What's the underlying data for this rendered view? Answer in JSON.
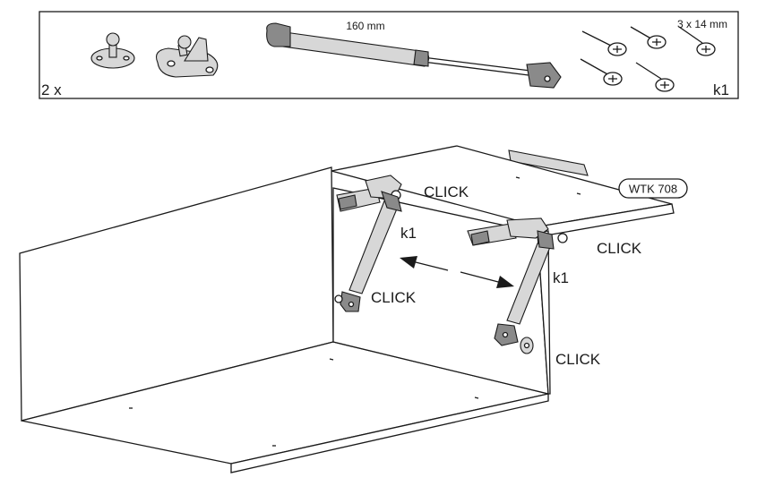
{
  "parts_box": {
    "quantity_label": "2 x",
    "strut_length": "160 mm",
    "screw_size": "3 x 14 mm",
    "part_code": "k1"
  },
  "assembly": {
    "panel_code": "WTK 708",
    "click_labels": [
      "CLICK",
      "CLICK",
      "CLICK",
      "CLICK"
    ],
    "strut_labels": [
      "k1",
      "k1"
    ]
  },
  "colors": {
    "line": "#1a1a1a",
    "part_fill": "#d7d7d7",
    "dark_fill": "#8a8a8a"
  }
}
